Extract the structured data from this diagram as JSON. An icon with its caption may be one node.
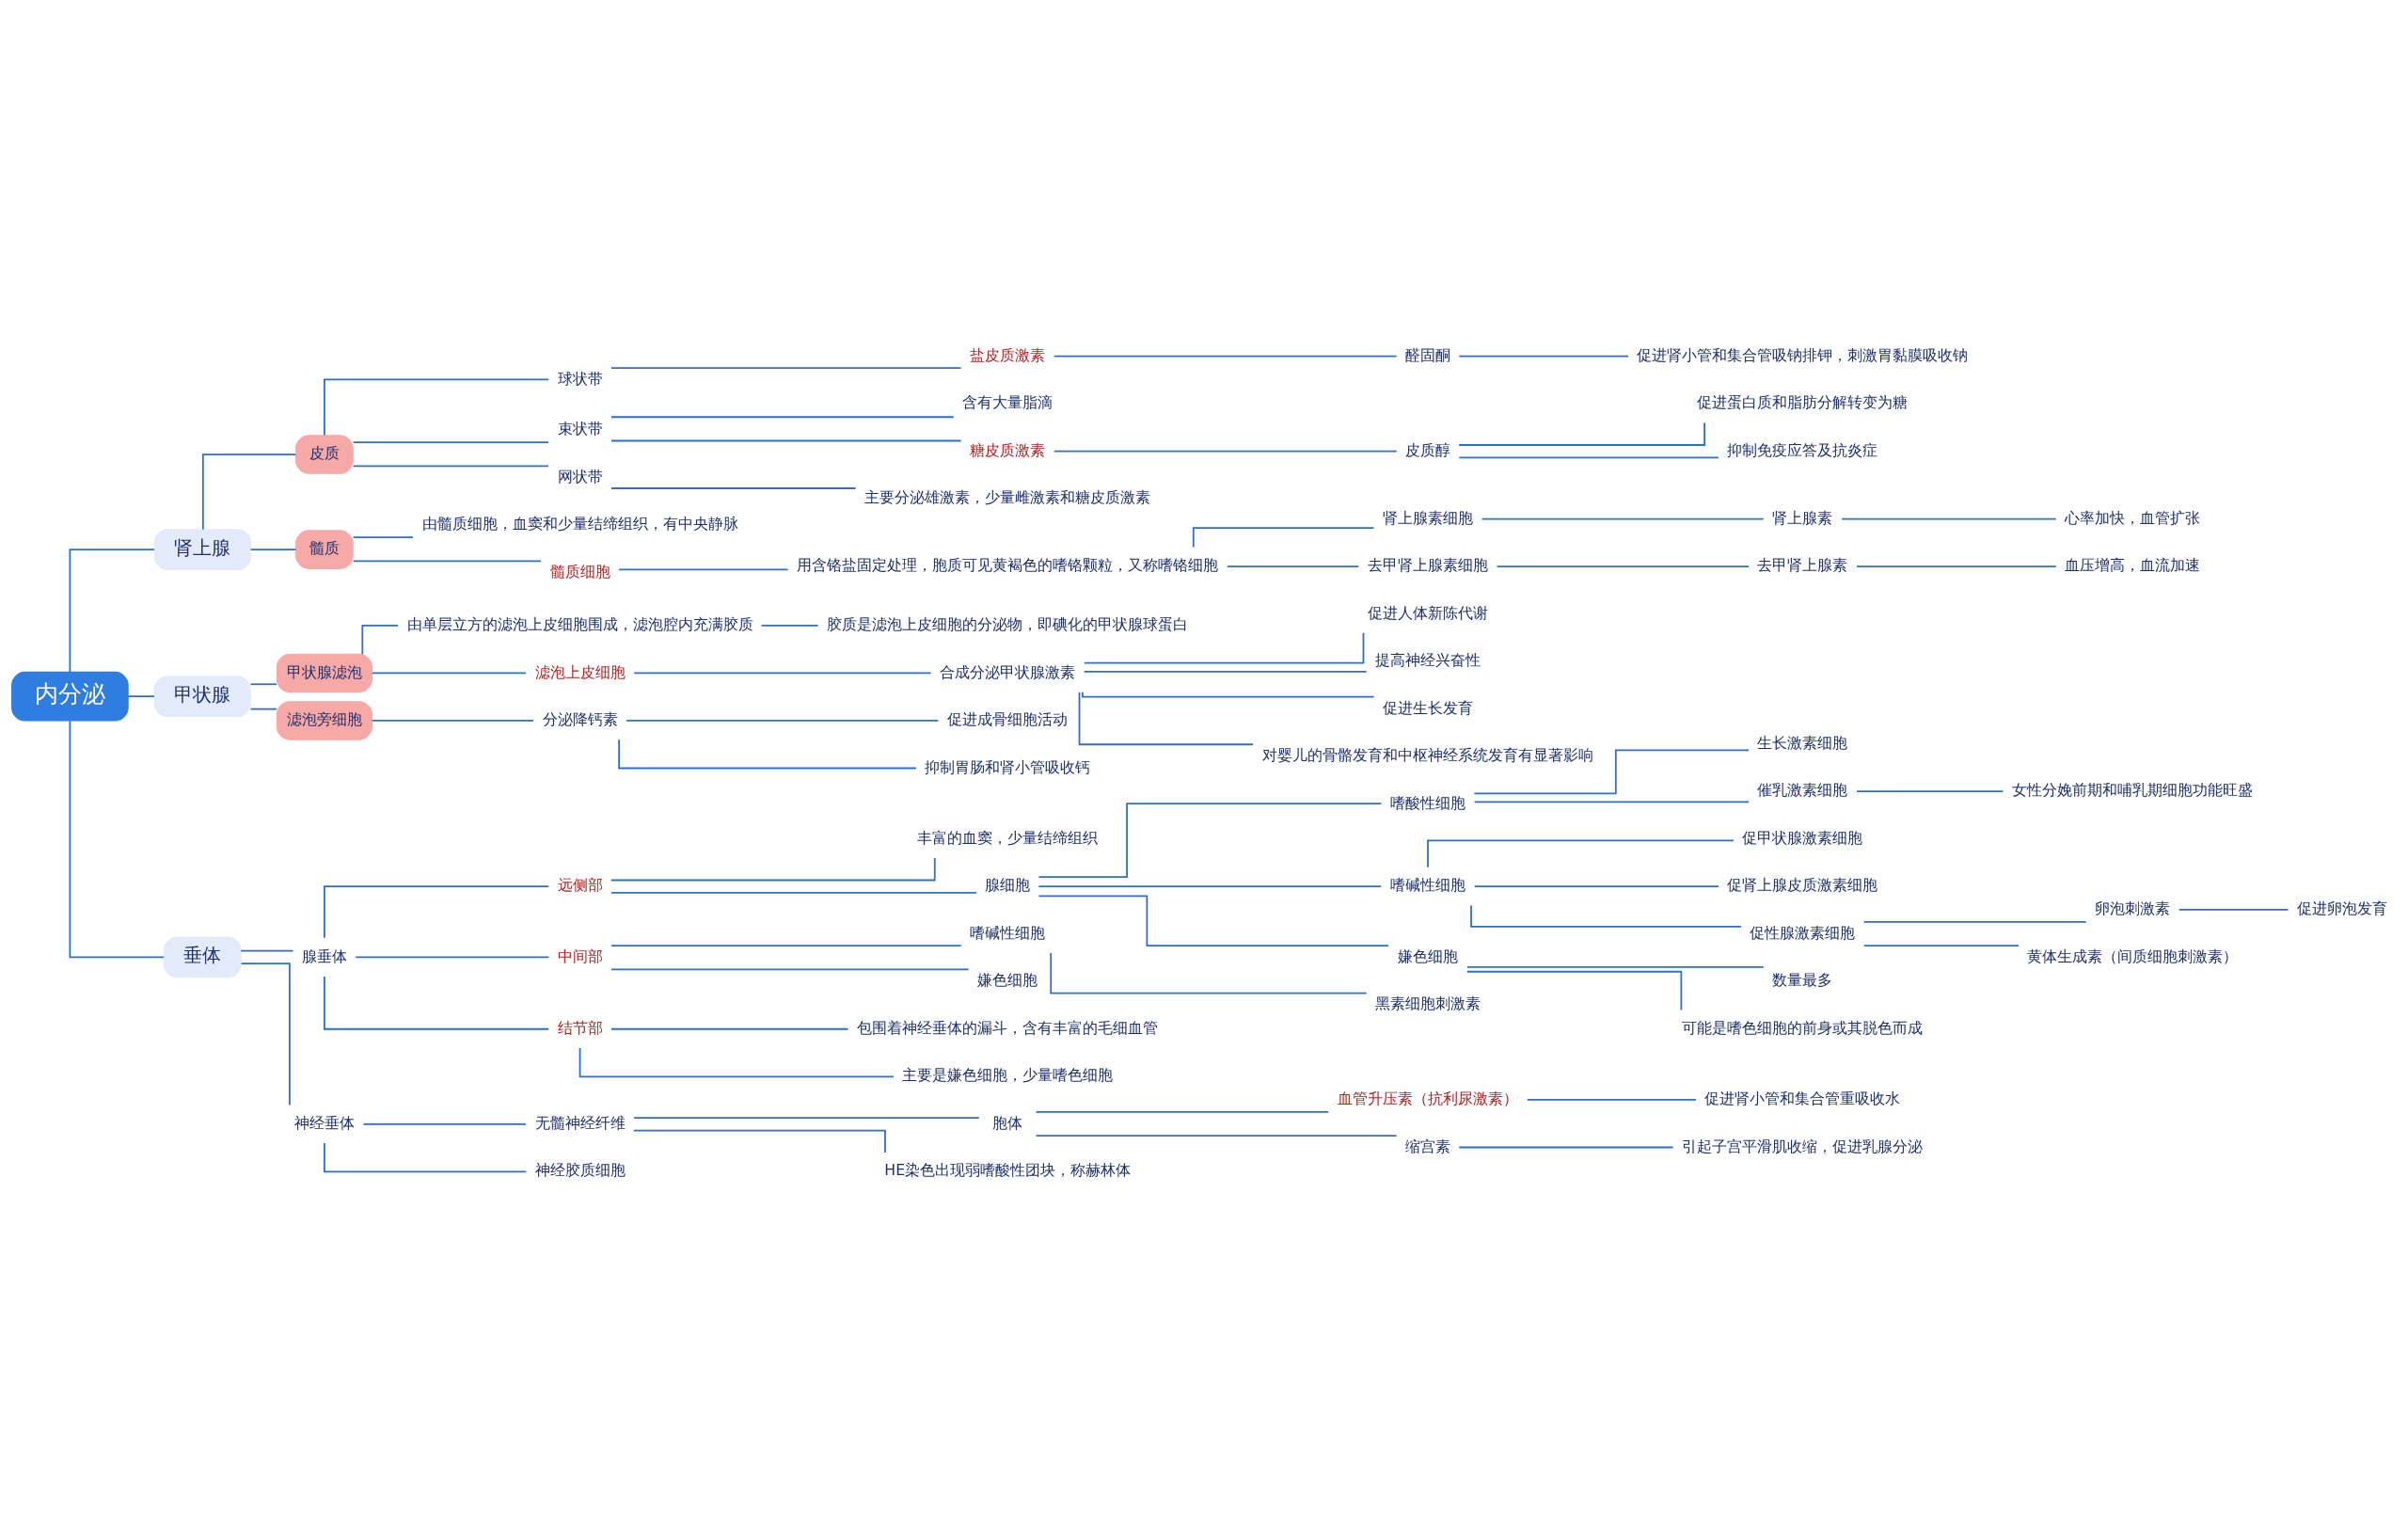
{
  "diagram": {
    "nodes": [
      {
        "text": [
          "内分泌"
        ]
      },
      {
        "text": [
          "肾上腺"
        ]
      },
      {
        "text": [
          "皮质"
        ]
      },
      {
        "text": [
          "球状带"
        ]
      },
      {
        "text": [
          "盐皮质激素"
        ]
      },
      {
        "text": [
          "醛固酮"
        ]
      },
      {
        "text": [
          "促进肾小管和集合管吸钠排钾，刺激胃黏膜吸收钠"
        ]
      },
      {
        "text": [
          "束状带"
        ]
      },
      {
        "text": [
          "含有大量脂滴"
        ]
      },
      {
        "text": [
          "糖皮质激素"
        ]
      },
      {
        "text": [
          "皮质醇"
        ]
      },
      {
        "text": [
          "促进蛋白质和脂肪分解转变为糖"
        ]
      },
      {
        "text": [
          "抑制免疫应答及抗炎症"
        ]
      },
      {
        "text": [
          "网状带"
        ]
      },
      {
        "text": [
          "主要分泌雄激素，少量雌激素和糖皮质激素"
        ]
      },
      {
        "text": [
          "髓质"
        ]
      },
      {
        "text": [
          "由髓质细胞，血窦和少量结缔组织，有中央静脉"
        ]
      },
      {
        "text": [
          "髓质细胞"
        ]
      },
      {
        "text": [
          "用含铬盐固定处理，胞质可见黄褐色的嗜铬颗粒，又称嗜铬细胞"
        ]
      },
      {
        "text": [
          "肾上腺素细胞"
        ]
      },
      {
        "text": [
          "肾上腺素"
        ]
      },
      {
        "text": [
          "心率加快，血管扩张"
        ]
      },
      {
        "text": [
          "去甲肾上腺素细胞"
        ]
      },
      {
        "text": [
          "去甲肾上腺素"
        ]
      },
      {
        "text": [
          "血压增高，血流加速"
        ]
      },
      {
        "text": [
          "甲状腺"
        ]
      },
      {
        "text": [
          "甲状腺滤泡"
        ]
      },
      {
        "text": [
          "由单层立方的滤泡上皮细胞围成，滤泡腔内充满胶质"
        ]
      },
      {
        "text": [
          "胶质是滤泡上皮细胞的分泌物，即碘化的甲状腺球蛋白"
        ]
      },
      {
        "text": [
          "滤泡上皮细胞"
        ]
      },
      {
        "text": [
          "合成分泌甲状腺激素"
        ]
      },
      {
        "text": [
          "促进人体新陈代谢"
        ]
      },
      {
        "text": [
          "提高神经兴奋性"
        ]
      },
      {
        "text": [
          "促进生长发育"
        ]
      },
      {
        "text": [
          "对婴儿的骨骼发育和中枢神经系统发育有显著影响"
        ]
      },
      {
        "text": [
          "滤泡旁细胞"
        ]
      },
      {
        "text": [
          "分泌降钙素"
        ]
      },
      {
        "text": [
          "促进成骨细胞活动"
        ]
      },
      {
        "text": [
          "抑制胃肠和肾小管吸收钙"
        ]
      },
      {
        "text": [
          "垂体"
        ]
      },
      {
        "text": [
          "腺垂体"
        ]
      },
      {
        "text": [
          "远侧部"
        ]
      },
      {
        "text": [
          "丰富的血窦，少量结缔组织"
        ]
      },
      {
        "text": [
          "腺细胞"
        ]
      },
      {
        "text": [
          "嗜酸性细胞"
        ]
      },
      {
        "text": [
          "生长激素细胞"
        ]
      },
      {
        "text": [
          "催乳激素细胞"
        ]
      },
      {
        "text": [
          "女性分娩前期和哺乳期细胞功能旺盛"
        ]
      },
      {
        "text": [
          "嗜碱性细胞"
        ]
      },
      {
        "text": [
          "促甲状腺激素细胞"
        ]
      },
      {
        "text": [
          "促肾上腺皮质激素细胞"
        ]
      },
      {
        "text": [
          "促性腺激素细胞"
        ]
      },
      {
        "text": [
          "卵泡刺激素"
        ]
      },
      {
        "text": [
          "促进卵泡发育"
        ]
      },
      {
        "text": [
          "黄体生成素（间质细胞刺激素）"
        ]
      },
      {
        "text": [
          "嫌色细胞"
        ]
      },
      {
        "text": [
          "数量最多"
        ]
      },
      {
        "text": [
          "可能是嗜色细胞的前身或其脱色而成"
        ]
      },
      {
        "text": [
          "中间部"
        ]
      },
      {
        "text": [
          "嗜碱性细胞"
        ]
      },
      {
        "text": [
          "黑素细胞刺激素"
        ]
      },
      {
        "text": [
          "嫌色细胞"
        ]
      },
      {
        "text": [
          "结节部"
        ]
      },
      {
        "text": [
          "包围着神经垂体的漏斗，含有丰富的毛细血管"
        ]
      },
      {
        "text": [
          "主要是嫌色细胞，少量嗜色细胞"
        ]
      },
      {
        "text": [
          "神经垂体"
        ]
      },
      {
        "text": [
          "无髓神经纤维"
        ]
      },
      {
        "text": [
          "胞体"
        ]
      },
      {
        "text": [
          "血管升压素（抗利尿激素）"
        ]
      },
      {
        "text": [
          "促进肾小管和集合管重吸收水"
        ]
      },
      {
        "text": [
          "缩宫素"
        ]
      },
      {
        "text": [
          "引起子宫平滑肌收缩，促进乳腺分泌"
        ]
      },
      {
        "text": [
          "HE染色出现弱嗜酸性团块，称赫林体"
        ]
      },
      {
        "text": [
          "神经胶质细胞"
        ]
      }
    ],
    "edges": [
      {
        "from": 0,
        "to": 1,
        "arrow": "none"
      },
      {
        "from": 1,
        "to": 2,
        "arrow": "none"
      },
      {
        "from": 2,
        "to": 3,
        "arrow": "none"
      },
      {
        "from": 3,
        "to": 4,
        "arrow": "none"
      },
      {
        "from": 4,
        "to": 5,
        "arrow": "none"
      },
      {
        "from": 5,
        "to": 6,
        "arrow": "none"
      },
      {
        "from": 2,
        "to": 7,
        "arrow": "none"
      },
      {
        "from": 7,
        "to": 8,
        "arrow": "none"
      },
      {
        "from": 7,
        "to": 9,
        "arrow": "none"
      },
      {
        "from": 9,
        "to": 10,
        "arrow": "none"
      },
      {
        "from": 10,
        "to": 11,
        "arrow": "none"
      },
      {
        "from": 10,
        "to": 12,
        "arrow": "none"
      },
      {
        "from": 2,
        "to": 13,
        "arrow": "none"
      },
      {
        "from": 13,
        "to": 14,
        "arrow": "none"
      },
      {
        "from": 1,
        "to": 15,
        "arrow": "none"
      },
      {
        "from": 15,
        "to": 16,
        "arrow": "none"
      },
      {
        "from": 15,
        "to": 17,
        "arrow": "none"
      },
      {
        "from": 17,
        "to": 18,
        "arrow": "none"
      },
      {
        "from": 18,
        "to": 19,
        "arrow": "none"
      },
      {
        "from": 19,
        "to": 20,
        "arrow": "none"
      },
      {
        "from": 20,
        "to": 21,
        "arrow": "none"
      },
      {
        "from": 18,
        "to": 22,
        "arrow": "none"
      },
      {
        "from": 22,
        "to": 23,
        "arrow": "none"
      },
      {
        "from": 23,
        "to": 24,
        "arrow": "none"
      },
      {
        "from": 0,
        "to": 25,
        "arrow": "none"
      },
      {
        "from": 25,
        "to": 26,
        "arrow": "none"
      },
      {
        "from": 26,
        "to": 27,
        "arrow": "none"
      },
      {
        "from": 27,
        "to": 28,
        "arrow": "none"
      },
      {
        "from": 26,
        "to": 29,
        "arrow": "none"
      },
      {
        "from": 29,
        "to": 30,
        "arrow": "none"
      },
      {
        "from": 30,
        "to": 31,
        "arrow": "none"
      },
      {
        "from": 30,
        "to": 32,
        "arrow": "none"
      },
      {
        "from": 30,
        "to": 33,
        "arrow": "none"
      },
      {
        "from": 30,
        "to": 34,
        "arrow": "none"
      },
      {
        "from": 25,
        "to": 35,
        "arrow": "none"
      },
      {
        "from": 35,
        "to": 36,
        "arrow": "none"
      },
      {
        "from": 36,
        "to": 37,
        "arrow": "none"
      },
      {
        "from": 36,
        "to": 38,
        "arrow": "none"
      },
      {
        "from": 0,
        "to": 39,
        "arrow": "none"
      },
      {
        "from": 39,
        "to": 40,
        "arrow": "none"
      },
      {
        "from": 40,
        "to": 41,
        "arrow": "none"
      },
      {
        "from": 41,
        "to": 42,
        "arrow": "none"
      },
      {
        "from": 41,
        "to": 43,
        "arrow": "none"
      },
      {
        "from": 43,
        "to": 44,
        "arrow": "none"
      },
      {
        "from": 44,
        "to": 45,
        "arrow": "none"
      },
      {
        "from": 44,
        "to": 46,
        "arrow": "none"
      },
      {
        "from": 46,
        "to": 47,
        "arrow": "none"
      },
      {
        "from": 43,
        "to": 48,
        "arrow": "none"
      },
      {
        "from": 48,
        "to": 49,
        "arrow": "none"
      },
      {
        "from": 48,
        "to": 50,
        "arrow": "none"
      },
      {
        "from": 48,
        "to": 51,
        "arrow": "none"
      },
      {
        "from": 51,
        "to": 52,
        "arrow": "none"
      },
      {
        "from": 52,
        "to": 53,
        "arrow": "none"
      },
      {
        "from": 51,
        "to": 54,
        "arrow": "none"
      },
      {
        "from": 43,
        "to": 55,
        "arrow": "none"
      },
      {
        "from": 55,
        "to": 56,
        "arrow": "none"
      },
      {
        "from": 55,
        "to": 57,
        "arrow": "none"
      },
      {
        "from": 40,
        "to": 58,
        "arrow": "none"
      },
      {
        "from": 58,
        "to": 59,
        "arrow": "none"
      },
      {
        "from": 59,
        "to": 60,
        "arrow": "none"
      },
      {
        "from": 58,
        "to": 61,
        "arrow": "none"
      },
      {
        "from": 40,
        "to": 62,
        "arrow": "none"
      },
      {
        "from": 62,
        "to": 63,
        "arrow": "none"
      },
      {
        "from": 62,
        "to": 64,
        "arrow": "none"
      },
      {
        "from": 39,
        "to": 65,
        "arrow": "none"
      },
      {
        "from": 65,
        "to": 66,
        "arrow": "none"
      },
      {
        "from": 66,
        "to": 67,
        "arrow": "none"
      },
      {
        "from": 67,
        "to": 68,
        "arrow": "none"
      },
      {
        "from": 68,
        "to": 69,
        "arrow": "none"
      },
      {
        "from": 67,
        "to": 70,
        "arrow": "none"
      },
      {
        "from": 70,
        "to": 71,
        "arrow": "none"
      },
      {
        "from": 66,
        "to": 72,
        "arrow": "none"
      },
      {
        "from": 65,
        "to": 73,
        "arrow": "none"
      }
    ]
  }
}
